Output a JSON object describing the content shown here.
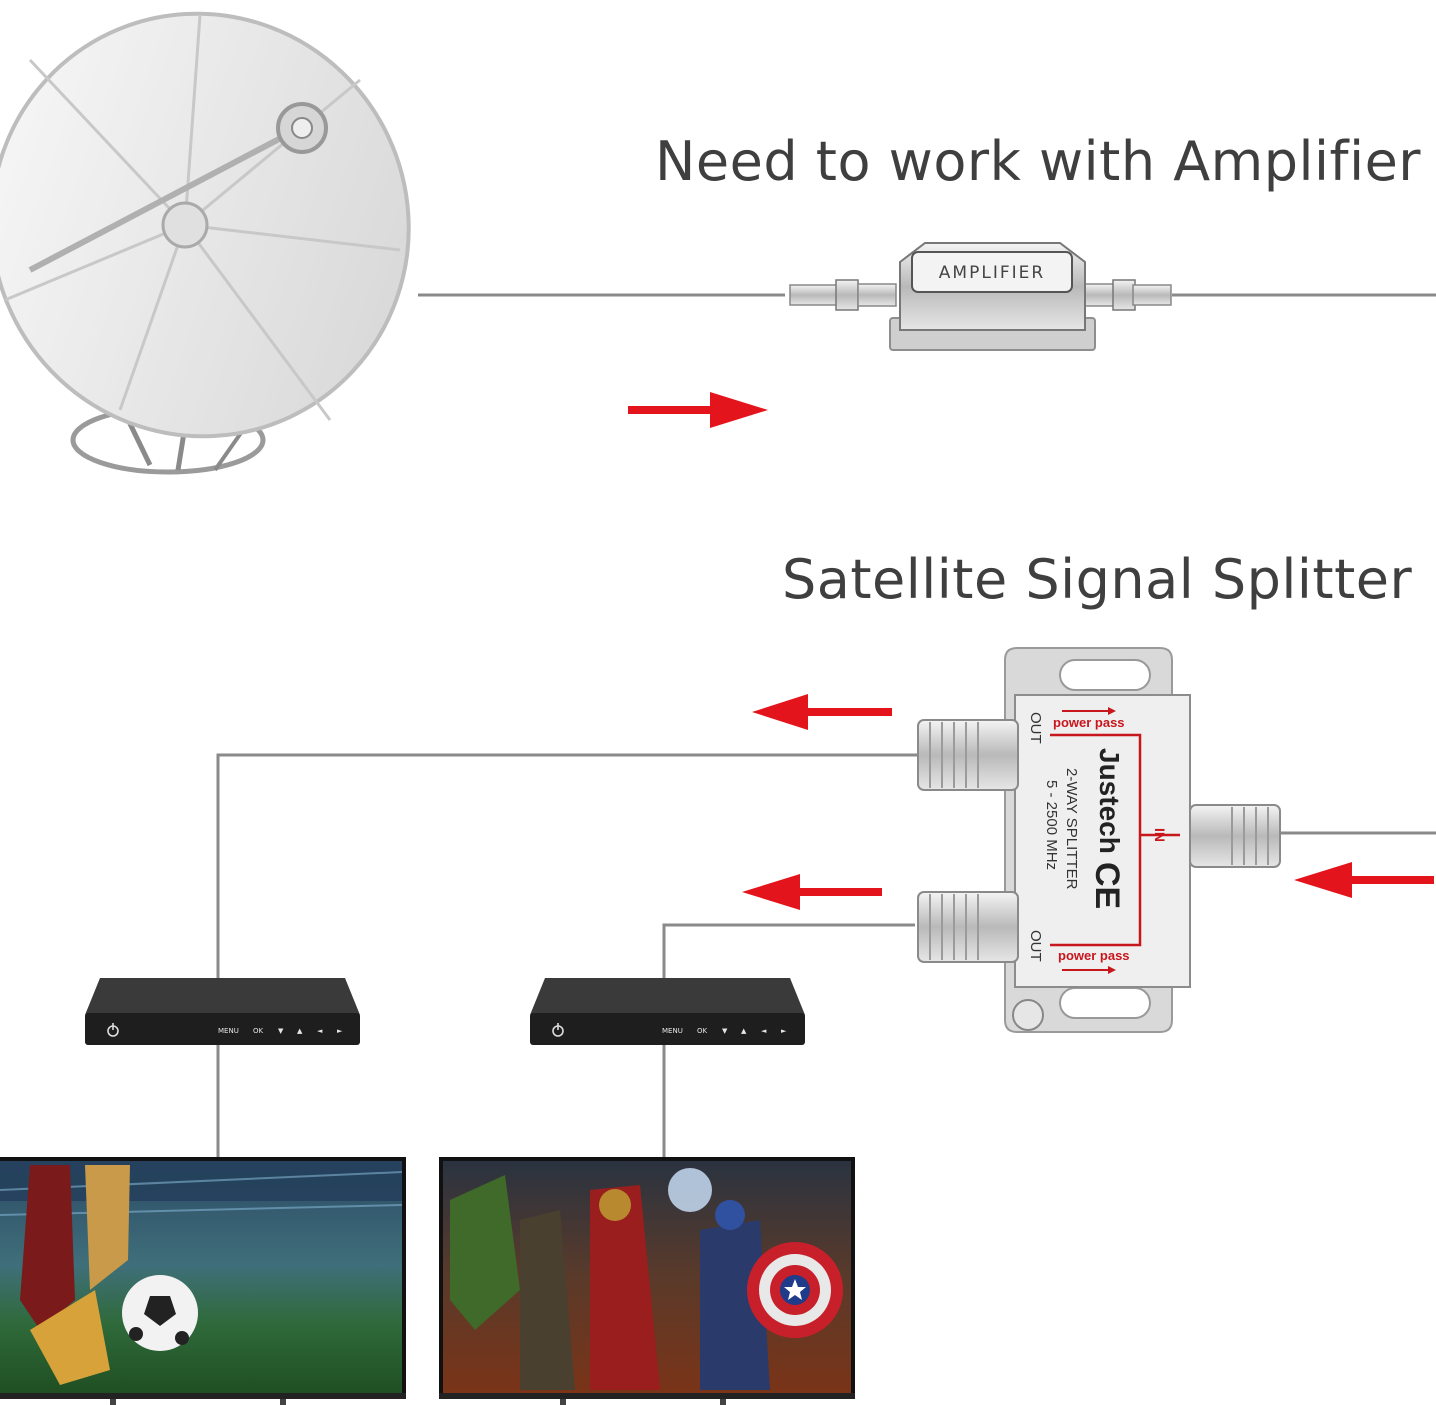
{
  "headings": {
    "amplifier_title": "Need to work with Amplifier",
    "splitter_title": "Satellite Signal Splitter"
  },
  "amplifier": {
    "label": "AMPLIFIER"
  },
  "splitter": {
    "brand": "Justech",
    "model": "2-WAY SPLITTER",
    "frequency": "5 - 2500 MHz",
    "mark": "CE",
    "in_label": "IN",
    "out_top_label": "OUT",
    "out_bottom_label": "OUT",
    "power_pass_top": "power pass",
    "power_pass_bottom": "power pass"
  },
  "receivers": [
    {
      "buttons": [
        "MENU",
        "OK",
        "▼",
        "▲",
        "◄",
        "►"
      ]
    },
    {
      "buttons": [
        "MENU",
        "OK",
        "▼",
        "▲",
        "◄",
        "►"
      ]
    }
  ],
  "colors": {
    "arrow": "#e3141b",
    "cable": "#8a8a8a",
    "heading": "#3f3f3f",
    "receiver_body": "#262626",
    "splitter_text_red": "#c8161d"
  },
  "icons": {
    "dish": "satellite-dish-icon",
    "power": "power-icon"
  }
}
